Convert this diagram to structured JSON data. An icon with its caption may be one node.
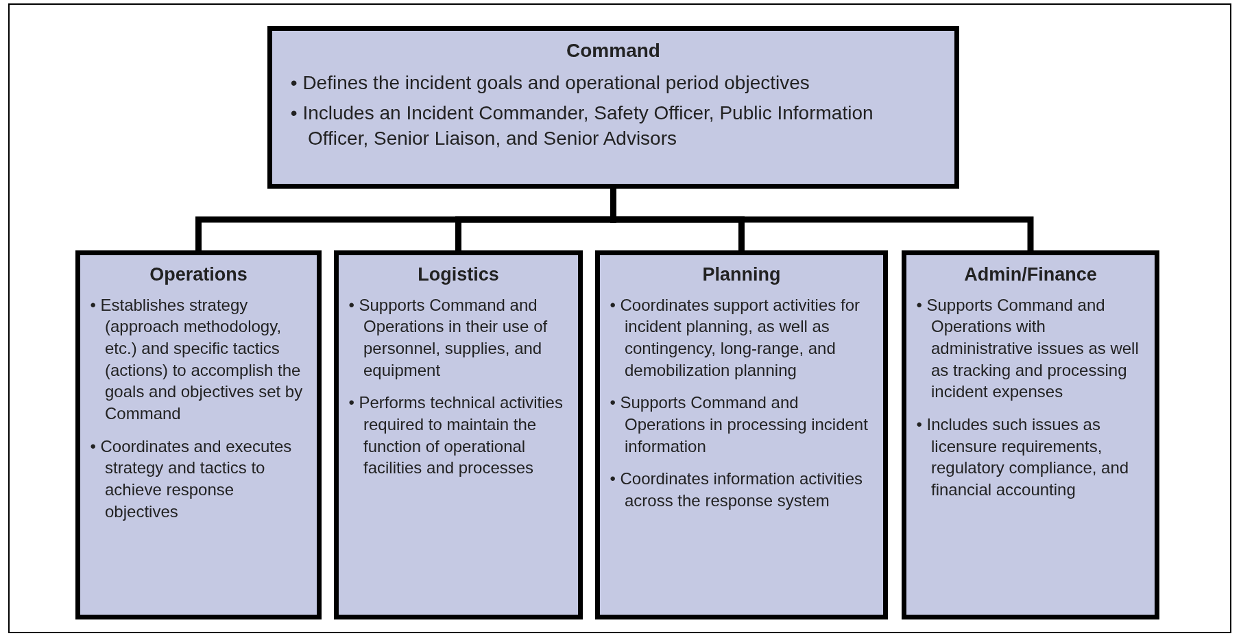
{
  "diagram": {
    "nodes": [
      {
        "text": [
          "Command",
          "• Defines the incident goals and operational period objectives",
          "• Includes an Incident Commander, Safety Officer, Public Information Officer, Senior Liaison, and Senior Advisors"
        ]
      },
      {
        "text": [
          "Operations",
          "• Establishes strategy (approach methodology, etc.) and specific tactics (actions) to accomplish the goals and objectives set by Command",
          "• Coordinates and executes strategy and tactics to achieve response objectives"
        ]
      },
      {
        "text": [
          "Logistics",
          "• Supports Command and Operations in their use of personnel, supplies, and equipment",
          "• Performs technical activities required to maintain the function of operational facilities and processes"
        ]
      },
      {
        "text": [
          "Planning",
          "• Coordinates support activities for incident planning, as well as contingency, long-range, and demobilization planning",
          "• Supports Command and Operations in processing incident information",
          "• Coordinates information activities across the response system"
        ]
      },
      {
        "text": [
          "Admin/Finance",
          "• Supports Command and Operations with administrative issues as well as tracking and processing incident expenses",
          "• Includes such issues as licensure requirements, regulatory compliance, and financial accounting"
        ]
      }
    ],
    "edges": [
      {
        "from": 0,
        "to": 1,
        "arrow": "none"
      },
      {
        "from": 0,
        "to": 2,
        "arrow": "none"
      },
      {
        "from": 0,
        "to": 3,
        "arrow": "none"
      },
      {
        "from": 0,
        "to": 4,
        "arrow": "none"
      }
    ]
  }
}
